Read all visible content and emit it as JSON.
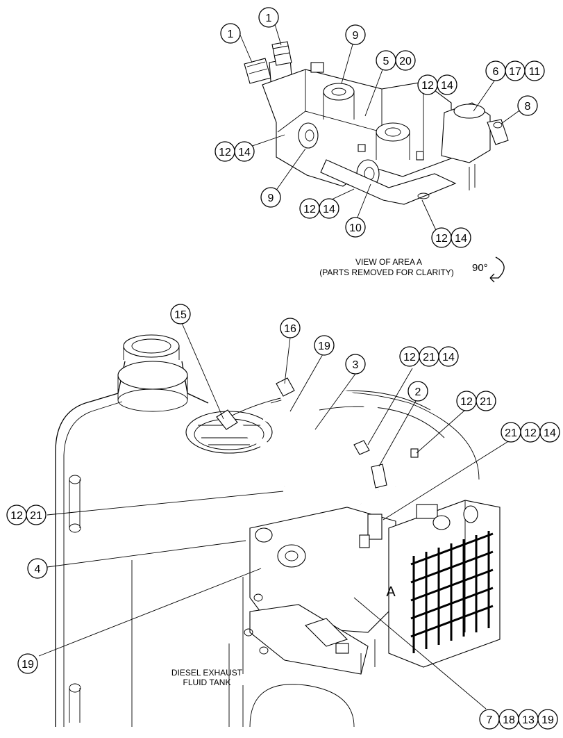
{
  "view": {
    "title_line1": "VIEW OF AREA  A",
    "title_line2": "(PARTS REMOVED FOR CLARITY)",
    "rotation": "90°"
  },
  "tank_label": {
    "line1": "DIESEL EXHAUST",
    "line2": "FLUID TANK"
  },
  "area_marker": "A",
  "callouts_top": [
    {
      "id": "c1a",
      "nums": [
        "1"
      ]
    },
    {
      "id": "c1b",
      "nums": [
        "1"
      ]
    },
    {
      "id": "c9a",
      "nums": [
        "9"
      ]
    },
    {
      "id": "c520",
      "nums": [
        "5",
        "20"
      ]
    },
    {
      "id": "c1214a",
      "nums": [
        "12",
        "14"
      ]
    },
    {
      "id": "c61711",
      "nums": [
        "6",
        "17",
        "11"
      ]
    },
    {
      "id": "c8",
      "nums": [
        "8"
      ]
    },
    {
      "id": "c1214b",
      "nums": [
        "12",
        "14"
      ]
    },
    {
      "id": "c9b",
      "nums": [
        "9"
      ]
    },
    {
      "id": "c1214c",
      "nums": [
        "12",
        "14"
      ]
    },
    {
      "id": "c10",
      "nums": [
        "10"
      ]
    },
    {
      "id": "c1214d",
      "nums": [
        "12",
        "14"
      ]
    }
  ],
  "callouts_bottom": [
    {
      "id": "c15",
      "nums": [
        "15"
      ]
    },
    {
      "id": "c16",
      "nums": [
        "16"
      ]
    },
    {
      "id": "c19a",
      "nums": [
        "19"
      ]
    },
    {
      "id": "c3",
      "nums": [
        "3"
      ]
    },
    {
      "id": "c122114",
      "nums": [
        "12",
        "21",
        "14"
      ]
    },
    {
      "id": "c2",
      "nums": [
        "2"
      ]
    },
    {
      "id": "c1221a",
      "nums": [
        "12",
        "21"
      ]
    },
    {
      "id": "c211214",
      "nums": [
        "21",
        "12",
        "14"
      ]
    },
    {
      "id": "c1221b",
      "nums": [
        "12",
        "21"
      ]
    },
    {
      "id": "c4",
      "nums": [
        "4"
      ]
    },
    {
      "id": "c19b",
      "nums": [
        "19"
      ]
    },
    {
      "id": "c7181319",
      "nums": [
        "7",
        "18",
        "13",
        "19"
      ]
    }
  ]
}
